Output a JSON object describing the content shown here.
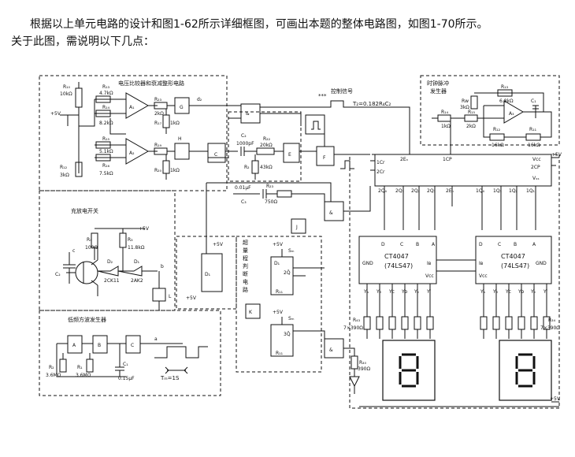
{
  "intro": {
    "line1": "根据以上单元电路的设计和图1-62所示详细框图，可画出本题的整体电路图，如图1-70所示。",
    "line2": "关于此图，需说明以下几点："
  },
  "blocks": {
    "comparator": "电压比较器和衰减整形电路",
    "charge": "充放电开关",
    "lowfreq": "低频方波发生器",
    "clock1": "时钟脉冲",
    "clock2": "发生器",
    "overrange": [
      "超",
      "量",
      "程",
      "判",
      "断",
      "电",
      "路"
    ],
    "ctrl": "控制信号",
    "ctrl_stars": "***",
    "t2": "T₂=0.182R₄C₂",
    "tm": "Tₘ=1S"
  },
  "labels": {
    "vplus5": "+5V",
    "r10": "R₁₀",
    "r10v": "10kΩ",
    "r13": "R₁₃",
    "r13v": "4.7kΩ",
    "r14": "R₁₄",
    "r14v": "8.2kΩ",
    "r15": "R₁₅",
    "r15v": "5.1kΩ",
    "r16": "R₁₆",
    "r16v": "7.5kΩ",
    "r12": "R₁₂",
    "r12v": "3kΩ",
    "r23": "R₂₃",
    "r23v": "2kΩ",
    "r19": "R₁₉",
    "r17": "R₁₇",
    "r17v": "1kΩ",
    "r20": "R₂₀",
    "r20v": "1kΩ",
    "a1": "A₁",
    "a2": "A₂",
    "a3": "A₃",
    "c2": "C₂",
    "c2v": "1000pF",
    "r22": "R₂₂",
    "r22v": "20kΩ",
    "r2": "R₂",
    "r2v": "43kΩ",
    "c3v": "0.01μF",
    "c3": "C₃",
    "r23b": "R₂₃",
    "r23bv": "750Ω",
    "d2": "d₂",
    "r4": "R₄",
    "r4v": "100Ω",
    "r3": "R₃",
    "r3v": "11.8kΩ",
    "d2d": "D₂",
    "d2dv": "2CK11",
    "d1d": "D₁",
    "d1dv": "2AK2",
    "pin_b": "b",
    "pin_c": "c",
    "pin_a": "a",
    "pin_e": "e",
    "relay_l": "L",
    "r2b": "R₂",
    "r2bv": "3.6MΩ",
    "r1": "R₁",
    "r1v": "3.6MΩ",
    "c1": "C₁",
    "c1v": "0.15μF",
    "rw": "Rᴡ",
    "rwv": "3kΩ",
    "r13c": "R₁₃",
    "r13cv": "6.8kΩ",
    "r14c": "R₁₄",
    "r14cv": "1kΩ",
    "r15c": "R₁₅",
    "r15cv": "2kΩ",
    "r12c": "R₁₂",
    "r12cv": "16kΩ",
    "r11c": "R₁₁",
    "r11cv": "16kΩ",
    "c1c": "C₁",
    "vcc": "Vᴄᴄ",
    "vss": "Vₛₛ",
    "cp": "1CP",
    "cp2": "2CP",
    "en": "2Eₙ",
    "en2": "2Eₙ",
    "cr1": "1Cr",
    "cr2": "2Cr",
    "q2s": [
      "2Q₄",
      "2Q₃",
      "2Q₂",
      "2Q₁"
    ],
    "q1s": [
      "1Q₄",
      "1Q₃",
      "1Q₂",
      "1Q₁"
    ],
    "ct1": "CT4047",
    "ct1b": "(74LS47)",
    "ct2": "CT4047",
    "ct2b": "(74LS47)",
    "gnd": "GND",
    "ib": "Iʙ",
    "dcba": [
      "D",
      "C",
      "B",
      "A"
    ],
    "ys": [
      "Yₐ",
      "Yᵦ",
      "Yᴄ",
      "Yᴅ",
      "Yₑ",
      "Yᶠ",
      "Yɢ"
    ],
    "r43": "R₄₃",
    "r43v": "7×390Ω",
    "r34": "R₃₄",
    "r34v": "7×390Ω",
    "r40": "R₄₀",
    "r40v": "390Ω",
    "r11": "R₁₁",
    "sm": "Sₘ",
    "d1": "D₁",
    "q2": "2Q̄",
    "q3": "3Q̄",
    "relay_j": "J",
    "relay_k": "K",
    "ff_f": "F",
    "ff_e": "E",
    "ff_h": "H",
    "ff_g": "G",
    "ff_c": "C",
    "gate_and": "&",
    "amp": "∞"
  }
}
